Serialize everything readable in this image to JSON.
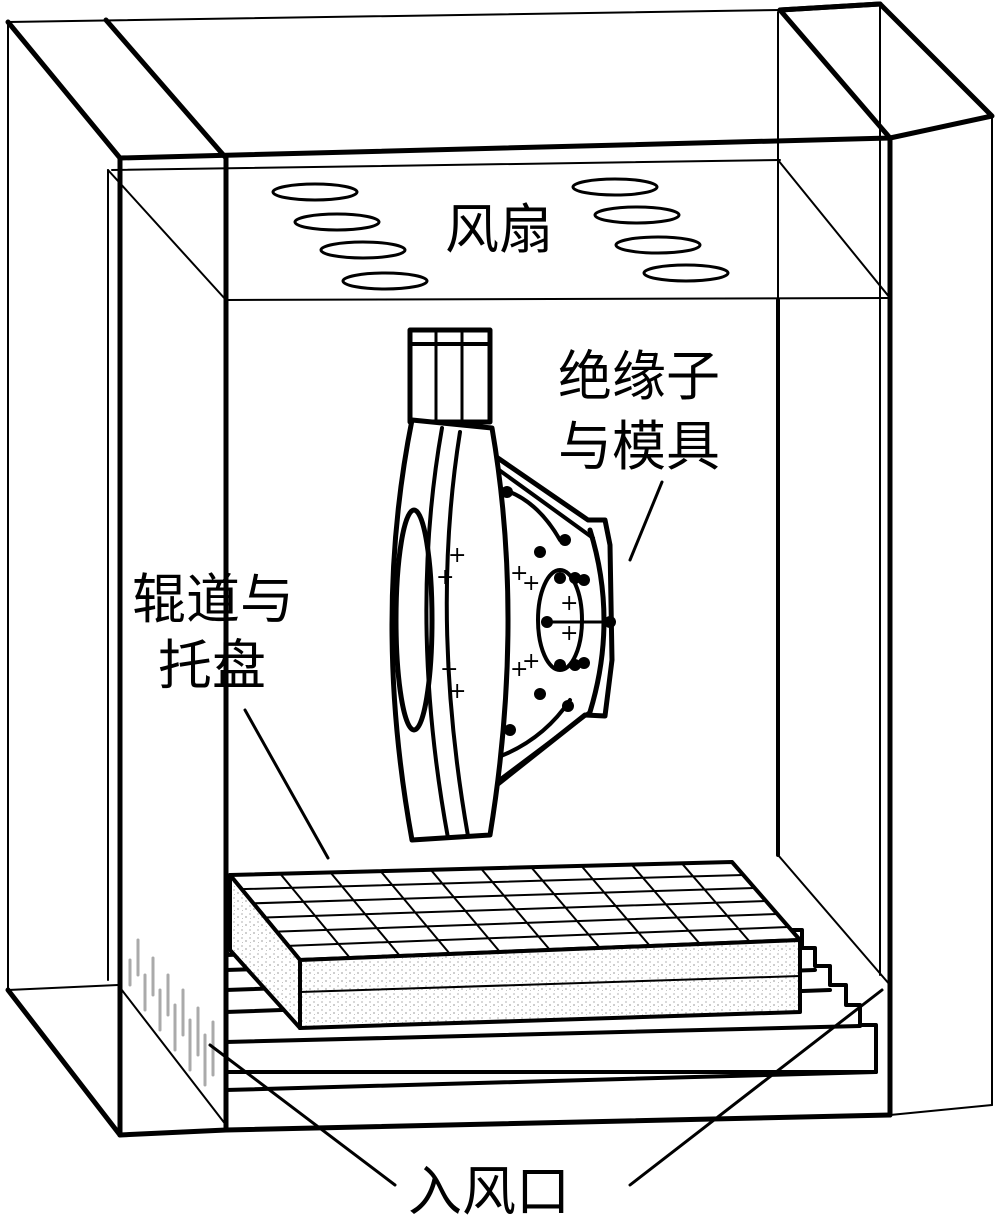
{
  "labels": {
    "fan": "风扇",
    "insulator_line1": "绝缘子",
    "insulator_line2": "与模具",
    "roller_line1": "辊道与",
    "roller_line2": "托盘",
    "inlet": "入风口"
  },
  "colors": {
    "stroke": "#000000",
    "background": "#ffffff",
    "speckle": "#d9d9d9",
    "grille": "#aaaaaa"
  },
  "icons": {
    "fan": "ellipse-slot-icon",
    "charge": "plus-sign"
  }
}
